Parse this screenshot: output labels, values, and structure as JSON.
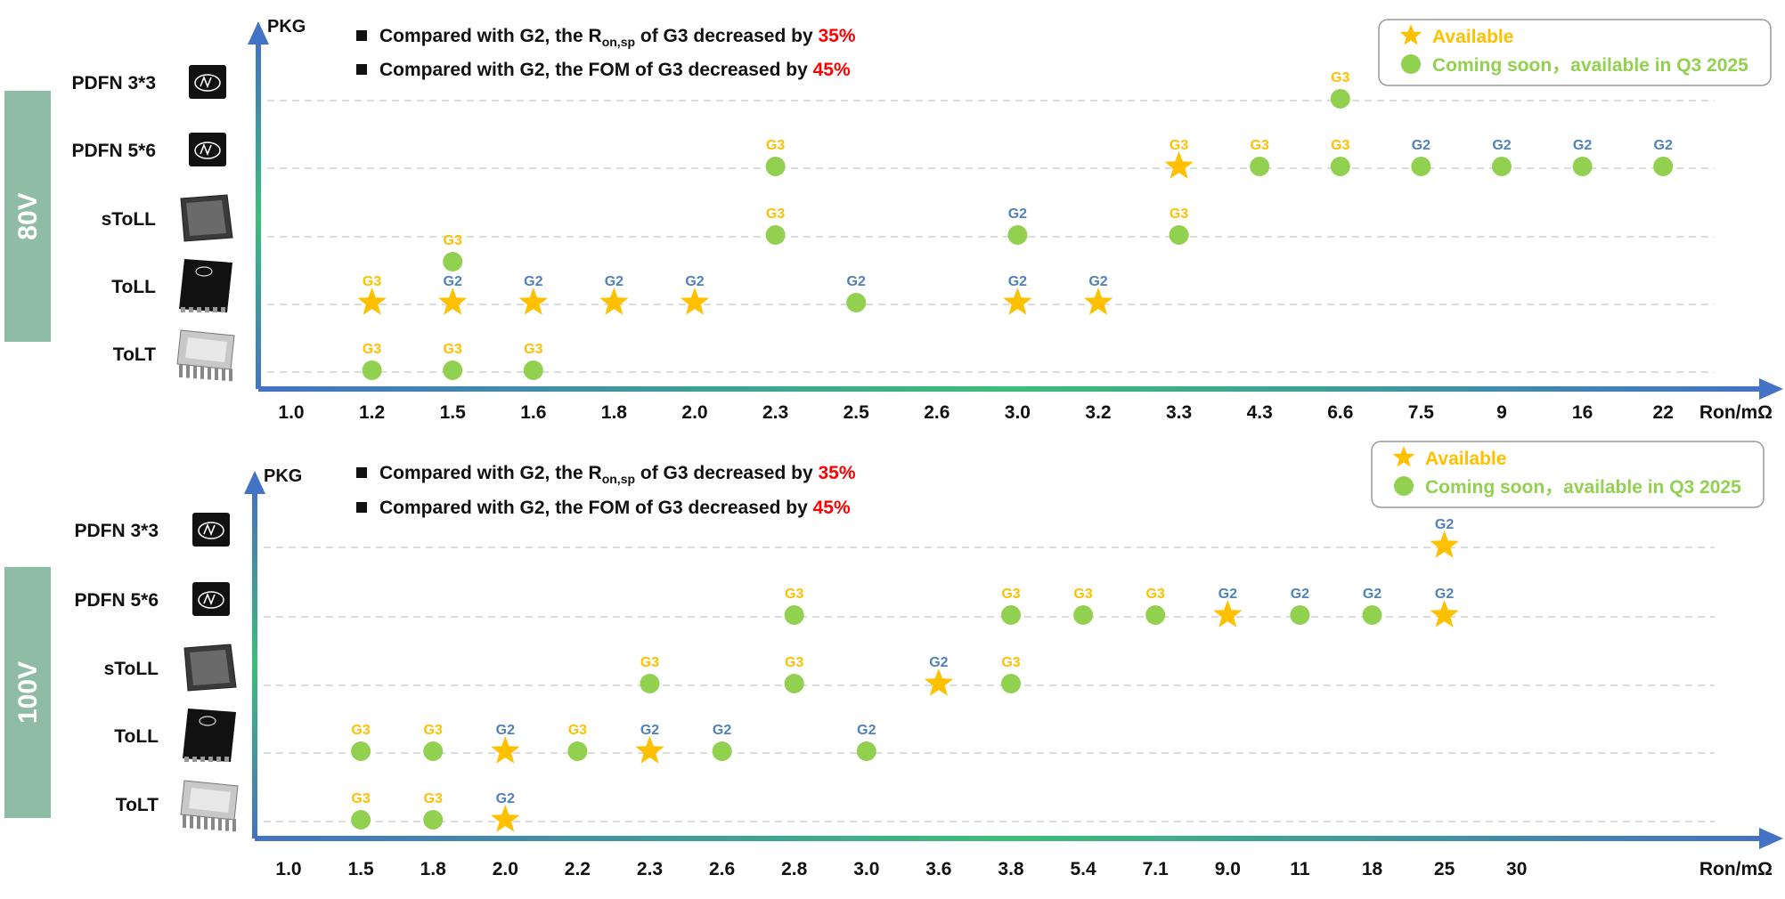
{
  "colors": {
    "available": "#FFC000",
    "coming_soon": "#92D050",
    "g3_label": "#FFC000",
    "g2_label": "#4F81BD",
    "voltage_box": "#8FBCA5",
    "highlight": "#FF0000",
    "axis_start": "#4472C4",
    "axis_mid": "#3CBE78"
  },
  "chart_data": [
    {
      "type": "scatter",
      "voltage": "80V",
      "y_axis_label": "PKG",
      "x_axis_label": "Ron/mΩ",
      "x_scale": "categorical (evenly spaced)",
      "categories": [
        "1.0",
        "1.2",
        "1.5",
        "1.6",
        "1.8",
        "2.0",
        "2.3",
        "2.5",
        "2.6",
        "3.0",
        "3.2",
        "3.3",
        "4.3",
        "6.6",
        "7.5",
        "9",
        "16",
        "22"
      ],
      "packages": [
        "PDFN 3*3",
        "PDFN 5*6",
        "sToLL",
        "ToLL",
        "ToLT"
      ],
      "package_icons": [
        "pdfn-chip-icon",
        "pdfn-chip-icon",
        "stoll-package-icon",
        "toll-package-icon",
        "tolt-package-icon"
      ],
      "notes": [
        {
          "prefix": "Compared with G2, the R",
          "sub": "on,sp",
          "mid": " of G3 decreased by ",
          "value": "35%"
        },
        {
          "prefix": "Compared with G2, the FOM of G3 decreased by ",
          "sub": "",
          "mid": "",
          "value": "45%"
        }
      ],
      "legend": {
        "available": "Available",
        "coming_soon": "Coming soon，available in Q3 2025",
        "placement": "top-right"
      },
      "grid": "horizontal dashed",
      "points": [
        {
          "pkg": "PDFN 3*3",
          "x": "6.6",
          "gen": "G3",
          "status": "coming_soon"
        },
        {
          "pkg": "PDFN 5*6",
          "x": "2.3",
          "gen": "G3",
          "status": "coming_soon"
        },
        {
          "pkg": "PDFN 5*6",
          "x": "3.3",
          "gen": "G3",
          "status": "available"
        },
        {
          "pkg": "PDFN 5*6",
          "x": "4.3",
          "gen": "G3",
          "status": "coming_soon"
        },
        {
          "pkg": "PDFN 5*6",
          "x": "6.6",
          "gen": "G3",
          "status": "coming_soon"
        },
        {
          "pkg": "PDFN 5*6",
          "x": "7.5",
          "gen": "G2",
          "status": "coming_soon"
        },
        {
          "pkg": "PDFN 5*6",
          "x": "9",
          "gen": "G2",
          "status": "coming_soon"
        },
        {
          "pkg": "PDFN 5*6",
          "x": "16",
          "gen": "G2",
          "status": "coming_soon"
        },
        {
          "pkg": "PDFN 5*6",
          "x": "22",
          "gen": "G2",
          "status": "coming_soon"
        },
        {
          "pkg": "sToLL",
          "x": "2.3",
          "gen": "G3",
          "status": "coming_soon"
        },
        {
          "pkg": "sToLL",
          "x": "3.0",
          "gen": "G2",
          "status": "coming_soon"
        },
        {
          "pkg": "sToLL",
          "x": "3.3",
          "gen": "G3",
          "status": "coming_soon"
        },
        {
          "pkg": "ToLL",
          "x": "1.5",
          "gen": "G3",
          "status": "coming_soon",
          "offset": "above"
        },
        {
          "pkg": "ToLL",
          "x": "1.2",
          "gen": "G3",
          "status": "available"
        },
        {
          "pkg": "ToLL",
          "x": "1.5",
          "gen": "G2",
          "status": "available"
        },
        {
          "pkg": "ToLL",
          "x": "1.6",
          "gen": "G2",
          "status": "available"
        },
        {
          "pkg": "ToLL",
          "x": "1.8",
          "gen": "G2",
          "status": "available"
        },
        {
          "pkg": "ToLL",
          "x": "2.0",
          "gen": "G2",
          "status": "available"
        },
        {
          "pkg": "ToLL",
          "x": "2.5",
          "gen": "G2",
          "status": "coming_soon"
        },
        {
          "pkg": "ToLL",
          "x": "3.0",
          "gen": "G2",
          "status": "available"
        },
        {
          "pkg": "ToLL",
          "x": "3.2",
          "gen": "G2",
          "status": "available"
        },
        {
          "pkg": "ToLT",
          "x": "1.2",
          "gen": "G3",
          "status": "coming_soon"
        },
        {
          "pkg": "ToLT",
          "x": "1.5",
          "gen": "G3",
          "status": "coming_soon"
        },
        {
          "pkg": "ToLT",
          "x": "1.6",
          "gen": "G3",
          "status": "coming_soon"
        }
      ]
    },
    {
      "type": "scatter",
      "voltage": "100V",
      "y_axis_label": "PKG",
      "x_axis_label": "Ron/mΩ",
      "x_scale": "categorical (evenly spaced)",
      "categories": [
        "1.0",
        "1.5",
        "1.8",
        "2.0",
        "2.2",
        "2.3",
        "2.6",
        "2.8",
        "3.0",
        "3.6",
        "3.8",
        "5.4",
        "7.1",
        "9.0",
        "11",
        "18",
        "25",
        "30"
      ],
      "packages": [
        "PDFN 3*3",
        "PDFN 5*6",
        "sToLL",
        "ToLL",
        "ToLT"
      ],
      "package_icons": [
        "pdfn-chip-icon",
        "pdfn-chip-icon",
        "stoll-package-icon",
        "toll-package-icon",
        "tolt-package-icon"
      ],
      "notes": [
        {
          "prefix": "Compared with G2, the R",
          "sub": "on,sp",
          "mid": " of G3 decreased by ",
          "value": "35%"
        },
        {
          "prefix": "Compared with G2, the FOM of G3 decreased by ",
          "sub": "",
          "mid": "",
          "value": "45%"
        }
      ],
      "legend": {
        "available": "Available",
        "coming_soon": "Coming soon，available in Q3 2025",
        "placement": "top-right"
      },
      "grid": "horizontal dashed",
      "points": [
        {
          "pkg": "PDFN 3*3",
          "x": "25",
          "gen": "G2",
          "status": "available"
        },
        {
          "pkg": "PDFN 5*6",
          "x": "2.8",
          "gen": "G3",
          "status": "coming_soon"
        },
        {
          "pkg": "PDFN 5*6",
          "x": "3.8",
          "gen": "G3",
          "status": "coming_soon"
        },
        {
          "pkg": "PDFN 5*6",
          "x": "5.4",
          "gen": "G3",
          "status": "coming_soon"
        },
        {
          "pkg": "PDFN 5*6",
          "x": "7.1",
          "gen": "G3",
          "status": "coming_soon"
        },
        {
          "pkg": "PDFN 5*6",
          "x": "9.0",
          "gen": "G2",
          "status": "available"
        },
        {
          "pkg": "PDFN 5*6",
          "x": "11",
          "gen": "G2",
          "status": "coming_soon"
        },
        {
          "pkg": "PDFN 5*6",
          "x": "18",
          "gen": "G2",
          "status": "coming_soon"
        },
        {
          "pkg": "PDFN 5*6",
          "x": "25",
          "gen": "G2",
          "status": "available"
        },
        {
          "pkg": "sToLL",
          "x": "2.3",
          "gen": "G3",
          "status": "coming_soon"
        },
        {
          "pkg": "sToLL",
          "x": "2.8",
          "gen": "G3",
          "status": "coming_soon"
        },
        {
          "pkg": "sToLL",
          "x": "3.6",
          "gen": "G2",
          "status": "available"
        },
        {
          "pkg": "sToLL",
          "x": "3.8",
          "gen": "G3",
          "status": "coming_soon"
        },
        {
          "pkg": "ToLL",
          "x": "1.5",
          "gen": "G3",
          "status": "coming_soon"
        },
        {
          "pkg": "ToLL",
          "x": "1.8",
          "gen": "G3",
          "status": "coming_soon"
        },
        {
          "pkg": "ToLL",
          "x": "2.0",
          "gen": "G2",
          "status": "available"
        },
        {
          "pkg": "ToLL",
          "x": "2.2",
          "gen": "G3",
          "status": "coming_soon"
        },
        {
          "pkg": "ToLL",
          "x": "2.3",
          "gen": "G2",
          "status": "available"
        },
        {
          "pkg": "ToLL",
          "x": "2.6",
          "gen": "G2",
          "status": "coming_soon"
        },
        {
          "pkg": "ToLL",
          "x": "3.0",
          "gen": "G2",
          "status": "coming_soon"
        },
        {
          "pkg": "ToLT",
          "x": "1.5",
          "gen": "G3",
          "status": "coming_soon"
        },
        {
          "pkg": "ToLT",
          "x": "1.8",
          "gen": "G3",
          "status": "coming_soon"
        },
        {
          "pkg": "ToLT",
          "x": "2.0",
          "gen": "G2",
          "status": "available"
        }
      ]
    }
  ]
}
